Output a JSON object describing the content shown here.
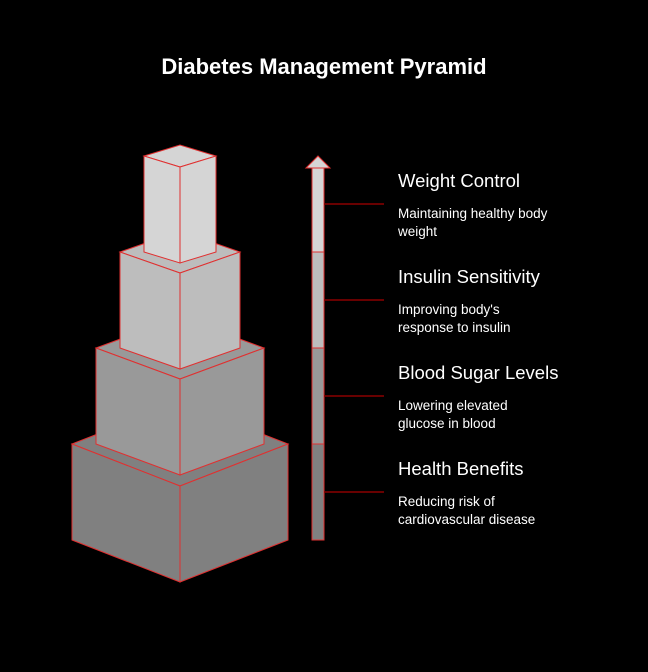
{
  "title": "Diabetes Management Pyramid",
  "colors": {
    "edge": "#e03030",
    "tick": "#8b0000",
    "background": "#000000"
  },
  "levels": [
    {
      "title": "Weight Control",
      "desc_lines": [
        "Maintaining healthy body",
        "weight"
      ],
      "color": "#d5d5d5"
    },
    {
      "title": "Insulin Sensitivity",
      "desc_lines": [
        "Improving body's",
        "response to insulin"
      ],
      "color": "#bdbdbd"
    },
    {
      "title": "Blood Sugar Levels",
      "desc_lines": [
        "Lowering elevated",
        "glucose in blood"
      ],
      "color": "#999999"
    },
    {
      "title": "Health Benefits",
      "desc_lines": [
        "Reducing risk of",
        "cardiovascular disease"
      ],
      "color": "#808080"
    }
  ]
}
